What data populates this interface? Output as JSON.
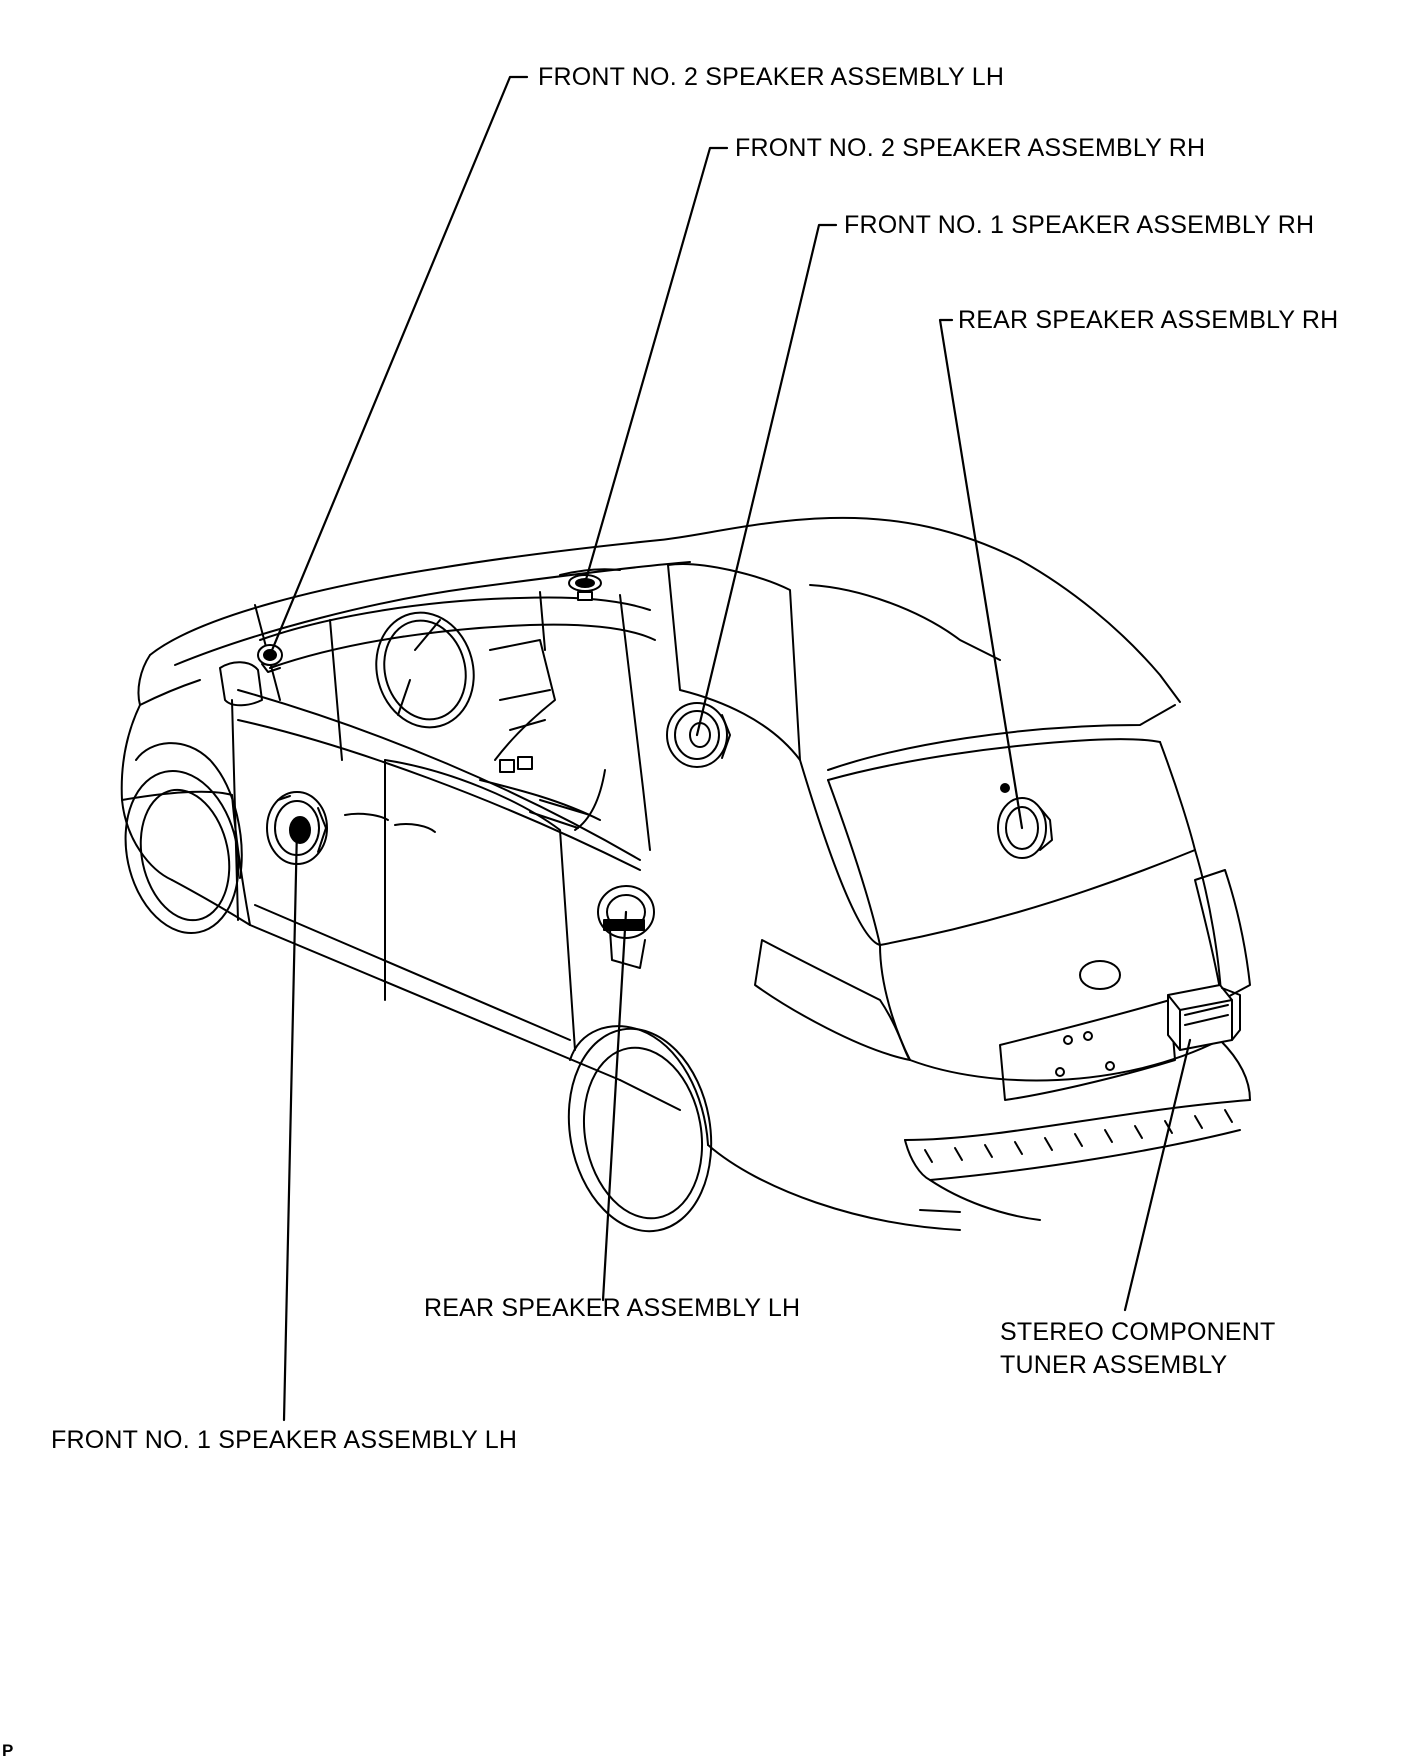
{
  "labels": {
    "front_no2_lh": "FRONT NO. 2 SPEAKER ASSEMBLY LH",
    "front_no2_rh": "FRONT NO. 2 SPEAKER ASSEMBLY RH",
    "front_no1_rh": "FRONT NO. 1 SPEAKER ASSEMBLY RH",
    "rear_rh": "REAR SPEAKER ASSEMBLY RH",
    "rear_lh": "REAR SPEAKER ASSEMBLY LH",
    "stereo_line1": "STEREO COMPONENT",
    "stereo_line2": "TUNER ASSEMBLY",
    "front_no1_lh": "FRONT NO. 1 SPEAKER ASSEMBLY LH"
  },
  "figure_code": "P"
}
